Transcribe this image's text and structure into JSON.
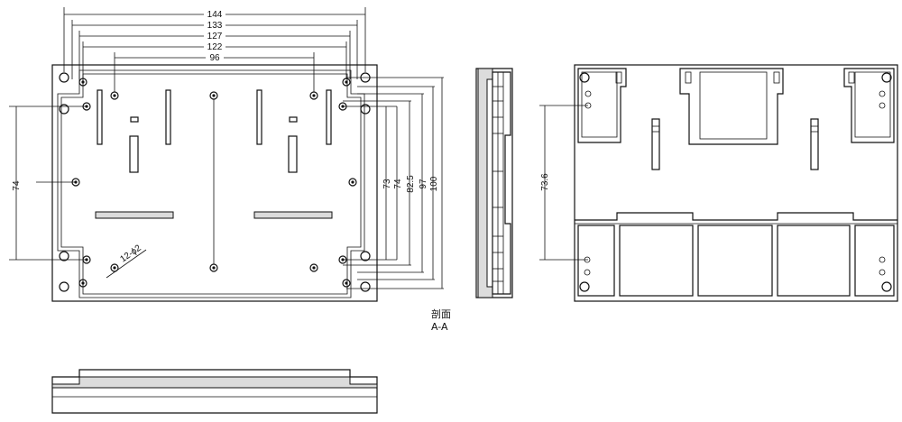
{
  "top_dimensions": [
    "144",
    "133",
    "127",
    "122",
    "96"
  ],
  "right_dimensions": [
    "73",
    "74",
    "82.5",
    "97",
    "100"
  ],
  "left_dimension": "74",
  "hole_note": "12-ϕ2",
  "rear_dimension": "73.6",
  "section_label_line1": "剖面",
  "section_label_line2": "A-A"
}
